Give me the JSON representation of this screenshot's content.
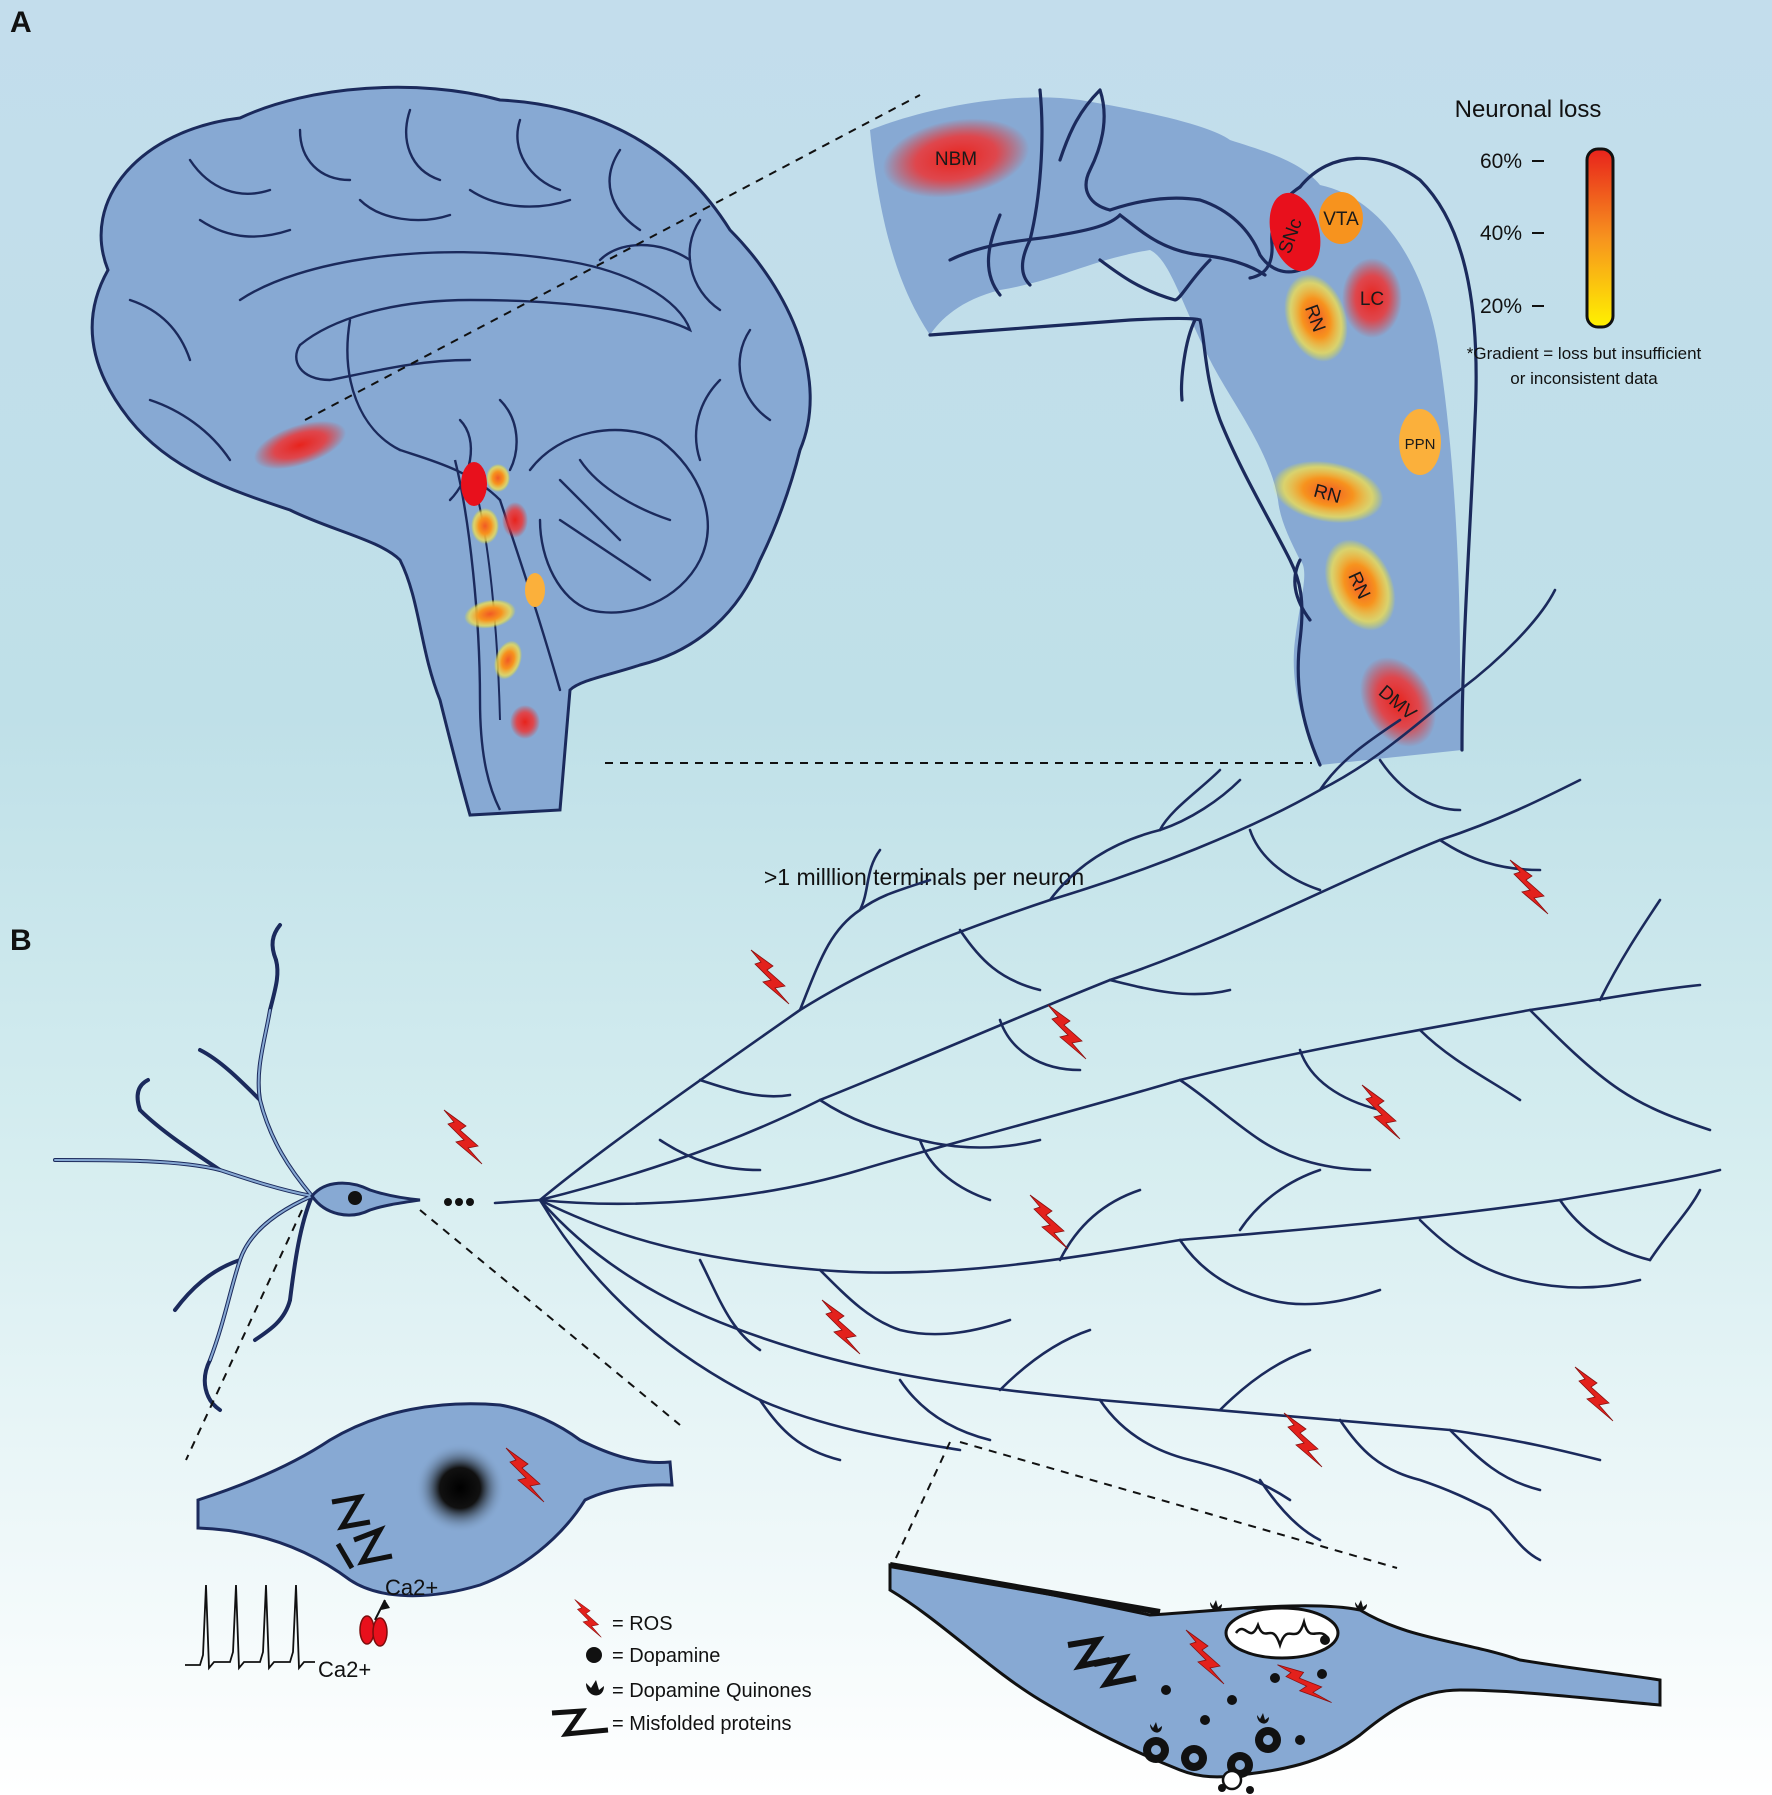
{
  "panels": {
    "a": "A",
    "b": "B"
  },
  "colorbar": {
    "title": "Neuronal loss",
    "ticks": [
      "60%",
      "40%",
      "20%"
    ],
    "note_line1": "*Gradient = loss but insufficient",
    "note_line2": "or inconsistent data",
    "colors": {
      "high": "#e8231c",
      "mid": "#f7931e",
      "low": "#fff200"
    }
  },
  "brainstem_nuclei": [
    {
      "label": "NBM",
      "loss": "gradient"
    },
    {
      "label": "SNc",
      "loss": "60%"
    },
    {
      "label": "VTA",
      "loss": "40%"
    },
    {
      "label": "LC",
      "loss": "gradient"
    },
    {
      "label": "RN",
      "loss": "gradient"
    },
    {
      "label": "PPN",
      "loss": "30%"
    },
    {
      "label": "RN",
      "loss": "gradient"
    },
    {
      "label": "RN",
      "loss": "gradient"
    },
    {
      "label": "DMV",
      "loss": "gradient"
    }
  ],
  "terminals_caption": ">1 milllion terminals per neuron",
  "soma_inset": {
    "ca_inside": "Ca2+",
    "ca_outside": "Ca2+"
  },
  "legend": {
    "ros": "= ROS",
    "dopamine": "= Dopamine",
    "quinones": "= Dopamine Quinones",
    "misfolded": "= Misfolded proteins"
  },
  "colors": {
    "tissue": "#87a9d3",
    "outline": "#1b2a5c",
    "ros": "#e3211c",
    "background_top": "#c3ddec"
  }
}
